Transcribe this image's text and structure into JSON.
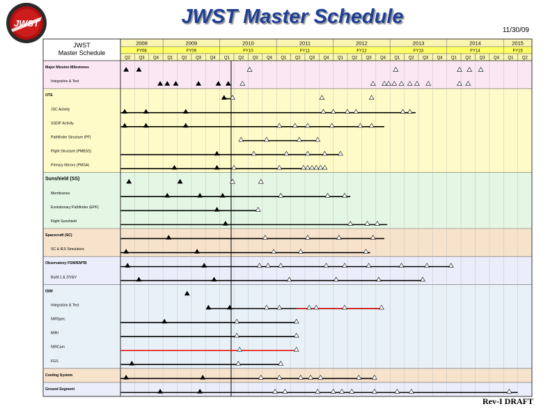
{
  "header": {
    "title": "JWST Master Schedule",
    "date": "11/30/09",
    "footer": "Rev-I DRAFT",
    "logo_text": "JWST"
  },
  "colors": {
    "title": "#1f3f94",
    "year_fill": "#fbf5b4",
    "fy_fill": "#ffff66",
    "quarter_fill": "#fbf5b4",
    "critical_path": "#e00000",
    "link_blue": "#1020c0",
    "bands": {
      "pink": "#fbe7f2",
      "yellow": "#fffbc8",
      "green": "#e4f6e4",
      "tan": "#f7e3cc",
      "lavender": "#ecedfa",
      "blue": "#e9f1f8"
    }
  },
  "chart_data": {
    "type": "gantt",
    "corner_label": [
      "JWST",
      "Master Schedule"
    ],
    "years": [
      "2008",
      "2009",
      "2010",
      "2011",
      "2012",
      "2013",
      "2014",
      "2015"
    ],
    "fiscal_years": [
      "FY08",
      "FY09",
      "FY10",
      "FY11",
      "FY12",
      "FY13",
      "FY14",
      "FY15"
    ],
    "quarters": [
      "Q2",
      "Q3",
      "Q4",
      "Q1",
      "Q2",
      "Q3",
      "Q4",
      "Q1",
      "Q2",
      "Q3",
      "Q4",
      "Q1",
      "Q2",
      "Q3",
      "Q4",
      "Q1",
      "Q2",
      "Q3",
      "Q4",
      "Q1",
      "Q2",
      "Q3",
      "Q4",
      "Q1",
      "Q2",
      "Q3",
      "Q4",
      "Q1",
      "Q2"
    ],
    "today_quarter_index": 7.8,
    "sections": [
      {
        "band": "pink",
        "rows": [
          {
            "label": "Major Mission Milestones",
            "bar": null,
            "milestones": [
              0.4,
              1.3,
              9.1,
              19.4,
              23.9,
              24.6,
              25.4
            ]
          },
          {
            "label": "Integration & Test",
            "bar": null,
            "milestones": [
              2.8,
              3.3,
              3.9,
              5.5,
              6.9,
              7.6,
              8.6,
              17.8,
              18.6,
              18.9,
              19.3,
              19.8,
              20.4,
              20.9,
              21.7,
              23.9,
              24.5
            ]
          }
        ]
      },
      {
        "band": "yellow",
        "rows": [
          {
            "label": "OTE",
            "bar": [
              7.3,
              7.9
            ],
            "milestones": [
              7.3,
              7.9,
              14.2,
              17.7
            ]
          },
          {
            "label": "JSC Activity",
            "bar": [
              0.0,
              20.8
            ],
            "milestones": [
              0.3,
              1.8,
              4.6,
              14.3,
              15.0,
              16.0,
              16.6,
              19.9,
              20.4
            ]
          },
          {
            "label": "SSDIF Activity",
            "bar": [
              0.0,
              18.6
            ],
            "milestones": [
              0.3,
              1.8,
              4.6,
              11.2,
              12.3,
              13.2,
              14.9,
              16.9,
              17.7
            ]
          },
          {
            "label": "Pathfinder Structure (PF)",
            "bar": [
              8.5,
              14.0
            ],
            "milestones": [
              8.5,
              10.3,
              12.6,
              13.9
            ]
          },
          {
            "label": "Flight Structure (PMBSS)",
            "bar": [
              0.0,
              15.6
            ],
            "milestones": [
              6.8,
              9.4,
              11.7,
              13.2,
              14.4,
              15.5
            ]
          },
          {
            "label": "Primary Mirrors (PMSA)",
            "bar": [
              0.0,
              14.5
            ],
            "milestones": [
              3.8,
              6.8,
              8.0,
              11.2,
              12.9,
              13.2,
              13.5,
              13.8,
              14.1,
              14.4
            ]
          }
        ]
      },
      {
        "band": "green",
        "rows": [
          {
            "label": "Sunshield (SS)",
            "bar": null,
            "milestones": [
              0.6,
              4.2,
              7.9,
              9.9
            ]
          },
          {
            "label": "Membranes",
            "bar": [
              0.0,
              16.2
            ],
            "milestones": [
              3.3,
              5.6,
              7.2,
              11.3,
              14.6,
              15.8
            ]
          },
          {
            "label": "Evolutionary Pathfinder (EPF)",
            "bar": [
              0.0,
              9.8
            ],
            "milestones": [
              6.8,
              9.7
            ]
          },
          {
            "label": "Flight Sunshield",
            "bar": [
              0.0,
              18.8
            ],
            "milestones": [
              7.4,
              16.2,
              17.4,
              18.1
            ]
          }
        ]
      },
      {
        "band": "tan",
        "rows": [
          {
            "label": "Spacecraft (SC)",
            "bar": [
              0.0,
              18.6
            ],
            "milestones": [
              3.4,
              10.2,
              13.2,
              15.4,
              17.8
            ]
          },
          {
            "label": "SC & IES Simulators",
            "bar": [
              0.0,
              17.6
            ],
            "milestones": [
              0.4,
              5.4,
              10.8,
              12.7,
              17.3
            ]
          }
        ]
      },
      {
        "band": "lavender",
        "rows": [
          {
            "label": "Observatory FSW/EMTB",
            "bar": [
              0.0,
              23.3
            ],
            "milestones": [
              0.5,
              5.9,
              9.8,
              10.4,
              11.3,
              14.5,
              15.8,
              17.5,
              19.8,
              21.6,
              23.3
            ]
          },
          {
            "label": "Build 1 & 2/V&V",
            "bar": [
              0.0,
              21.3
            ],
            "milestones": [
              1.3,
              6.6,
              11.9,
              15.2,
              18.2,
              21.3
            ]
          }
        ]
      },
      {
        "band": "blue",
        "rows": [
          {
            "label": "ISIM",
            "bar": null,
            "milestones": [
              4.7
            ]
          },
          {
            "label": "Integration & Test",
            "bar": [
              6.2,
              18.4
            ],
            "milestones": [
              6.2,
              7.7,
              10.3,
              11.2,
              13.3,
              13.8,
              15.8,
              18.4
            ]
          },
          {
            "label": "NIRSpec",
            "bar": [
              0.0,
              12.4
            ],
            "milestones": [
              3.1,
              8.2,
              12.4
            ]
          },
          {
            "label": "MIRI",
            "bar": [
              0.0,
              12.4
            ],
            "milestones": [
              8.2,
              12.4
            ]
          },
          {
            "label": "NIRCam",
            "bar": [
              0.0,
              12.4
            ],
            "milestones": [
              8.4,
              12.4
            ]
          },
          {
            "label": "FGS",
            "bar": [
              0.0,
              11.4
            ],
            "milestones": [
              0.8,
              8.3,
              11.3
            ]
          }
        ]
      },
      {
        "band": "tan",
        "rows": [
          {
            "label": "Cooling System",
            "bar": [
              0.0,
              17.9
            ],
            "milestones": [
              0.4,
              5.8,
              9.9,
              11.2,
              12.7,
              13.4,
              14.1,
              16.8,
              17.9
            ]
          }
        ]
      },
      {
        "band": "lavender",
        "rows": [
          {
            "label": "Ground Segment",
            "bar": [
              0.0,
              28.0
            ],
            "milestones": [
              2.8,
              5.6,
              10.9,
              11.6,
              13.9,
              15.0,
              15.6,
              16.3,
              17.9,
              19.5,
              20.5,
              27.4
            ]
          }
        ]
      }
    ],
    "critical_bars": [
      {
        "row": "NIRCam",
        "range": [
          0.0,
          12.4
        ]
      },
      {
        "row": "Integration & Test",
        "section": 5,
        "range": [
          12.4,
          18.4
        ]
      }
    ]
  }
}
